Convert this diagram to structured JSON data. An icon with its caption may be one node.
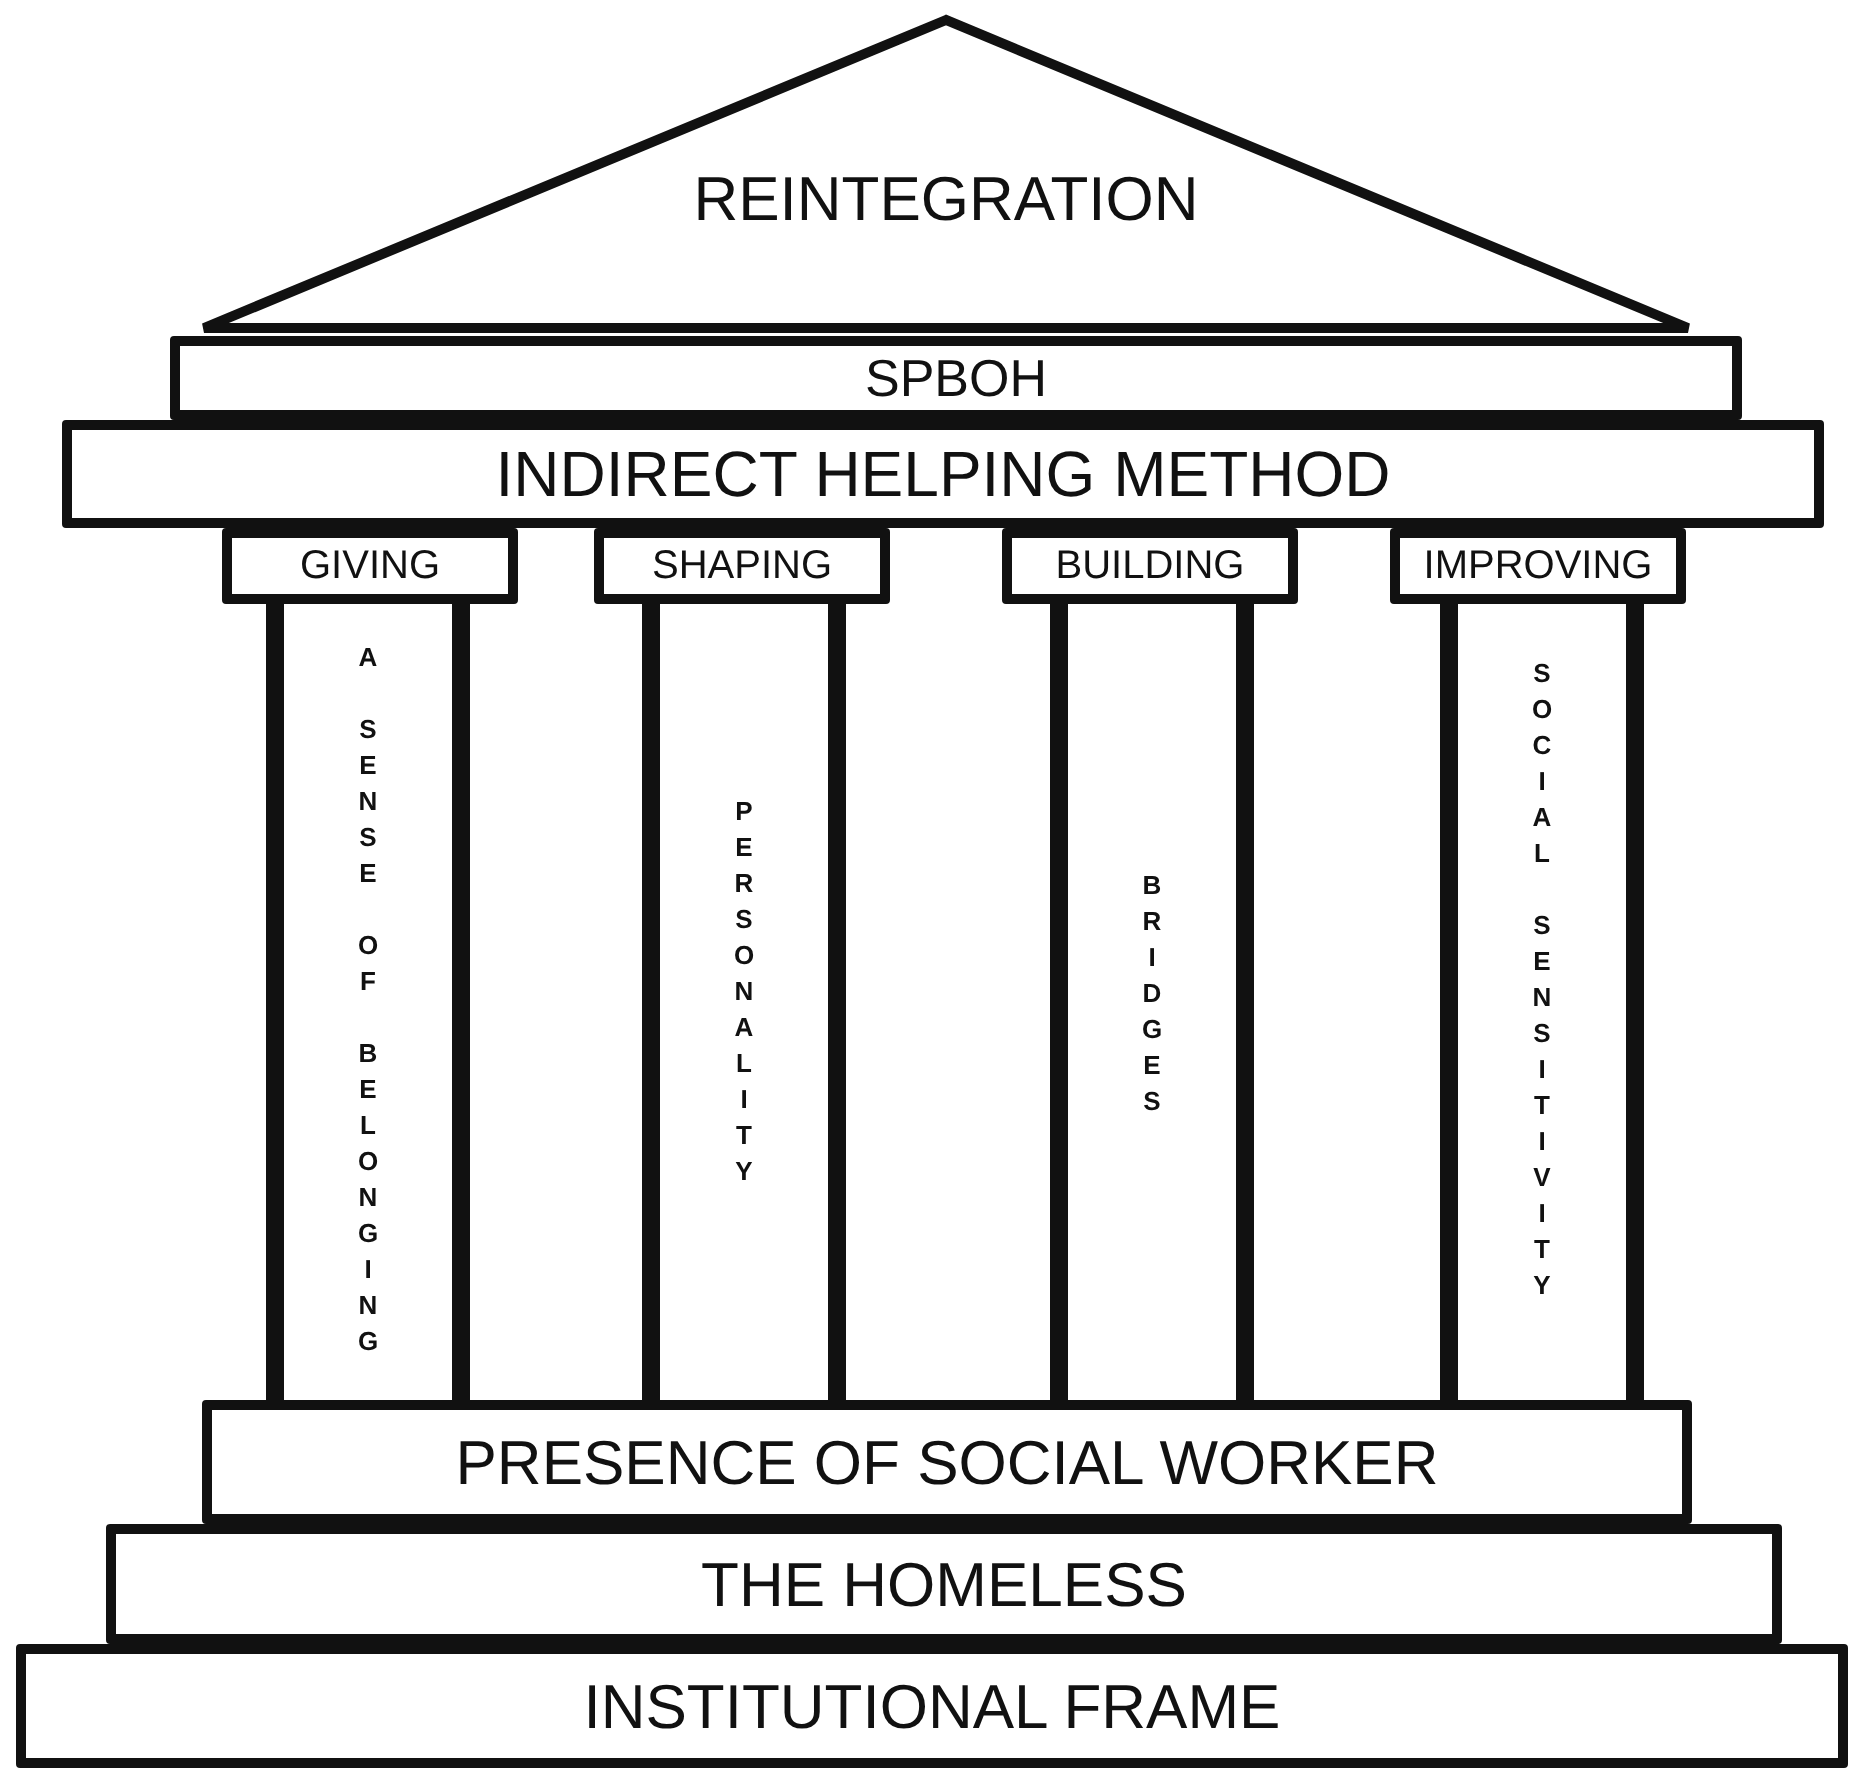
{
  "diagram": {
    "nodes": [
      {
        "text": [
          "REINTEGRATION"
        ]
      },
      {
        "text": [
          "SPBOH"
        ]
      },
      {
        "text": [
          "INDIRECT HELPING METHOD"
        ]
      },
      {
        "text": [
          "GIVING"
        ]
      },
      {
        "text": [
          "SHAPING"
        ]
      },
      {
        "text": [
          "BUILDING"
        ]
      },
      {
        "text": [
          "IMPROVING"
        ]
      },
      {
        "text": [
          "A SENSE OF BELONGING"
        ]
      },
      {
        "text": [
          "PERSONALITY"
        ]
      },
      {
        "text": [
          "BRIDGES"
        ]
      },
      {
        "text": [
          "SOCIAL SENSITIVITY"
        ]
      },
      {
        "text": [
          "PRESENCE OF SOCIAL WORKER"
        ]
      },
      {
        "text": [
          "THE HOMELESS"
        ]
      },
      {
        "text": [
          "INSTITUTIONAL FRAME"
        ]
      }
    ]
  }
}
